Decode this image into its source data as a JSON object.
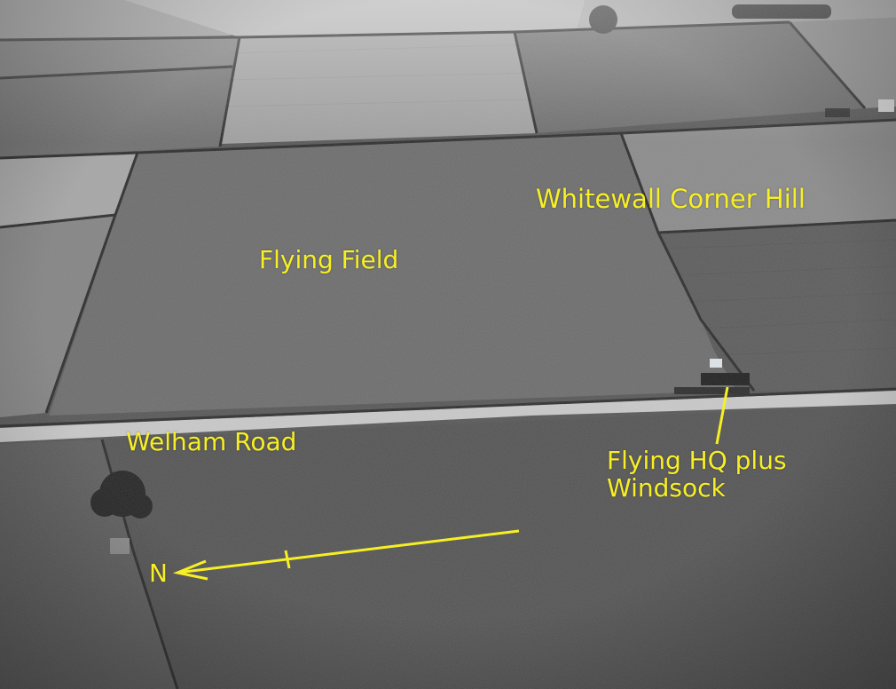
{
  "labels": {
    "whitewall": "Whitewall Corner Hill",
    "flying_field": "Flying Field",
    "welham_road": "Welham Road",
    "hq_line1": "Flying HQ plus",
    "hq_line2": "Windsock",
    "north": "N"
  },
  "colors": {
    "annotation": "#f7ef25"
  }
}
